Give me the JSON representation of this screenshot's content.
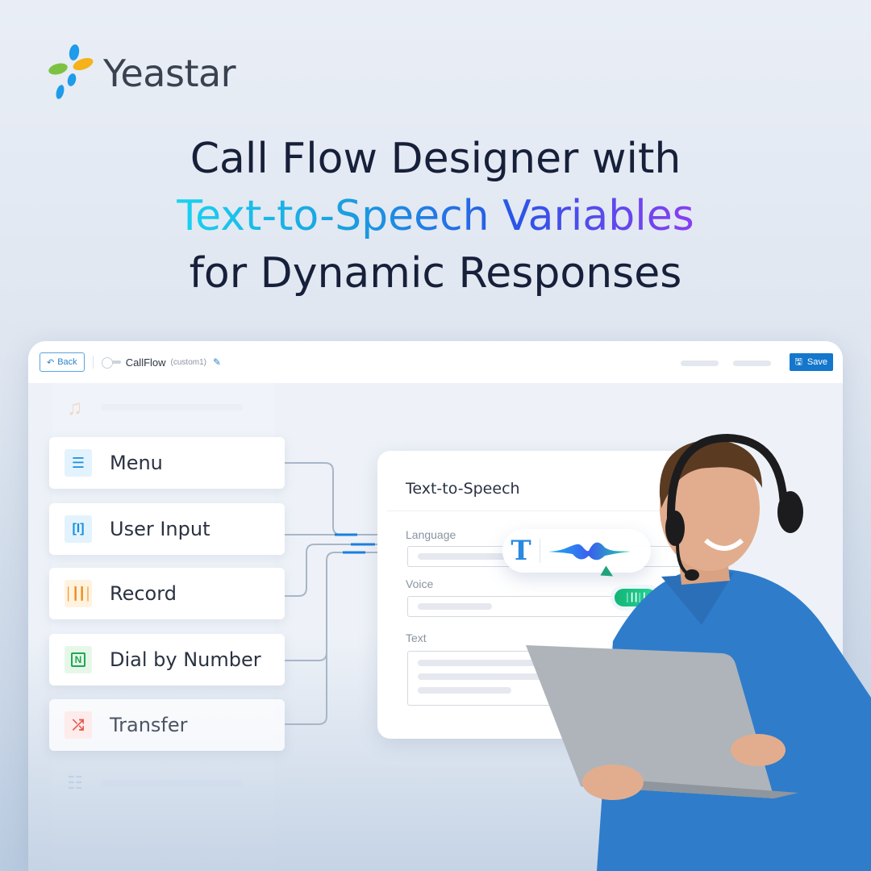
{
  "brand": {
    "name": "Yeastar",
    "colors": {
      "blue": "#1e9be9",
      "green": "#7cc242",
      "yellow": "#f6b21b",
      "text": "#3a4250"
    }
  },
  "headline": {
    "line1": "Call Flow Designer with",
    "line2": "Text-to-Speech Variables",
    "line3": "for Dynamic Responses",
    "gradient": [
      "#19d3f0",
      "#1b9be0",
      "#2a55e8",
      "#8a3ef2"
    ]
  },
  "app": {
    "toolbar": {
      "back_label": "Back",
      "back_icon": "undo-arrow-icon",
      "flow_name": "CallFlow",
      "flow_id": "(custom1)",
      "edit_icon": "pencil-icon",
      "save_label": "Save",
      "save_icon": "floppy-disk-icon",
      "save_color": "#1477cc"
    },
    "sidebar": {
      "items": [
        {
          "label": "",
          "icon": "music-note-icon",
          "ghost": true
        },
        {
          "label": "Menu",
          "icon": "list-icon",
          "color": "#1a8fe0",
          "bg": "#e3f3fd"
        },
        {
          "label": "User Input",
          "icon": "text-cursor-input-icon",
          "color": "#1a8fe0",
          "bg": "#e3f3fd"
        },
        {
          "label": "Record",
          "icon": "audio-wave-icon",
          "color": "#f08a12",
          "bg": "#fff3e0"
        },
        {
          "label": "Dial by Number",
          "icon": "n-chat-icon",
          "color": "#1fa84e",
          "bg": "#e6f7ea"
        },
        {
          "label": "Transfer",
          "icon": "shuffle-icon",
          "color": "#e4584a",
          "bg": "#fdeceb"
        },
        {
          "label": "",
          "icon": "flow-tree-icon",
          "ghost": true
        }
      ]
    },
    "tts_panel": {
      "title": "Text-to-Speech",
      "fields": [
        {
          "label": "Language"
        },
        {
          "label": "Voice"
        },
        {
          "label": "Text"
        }
      ]
    }
  }
}
